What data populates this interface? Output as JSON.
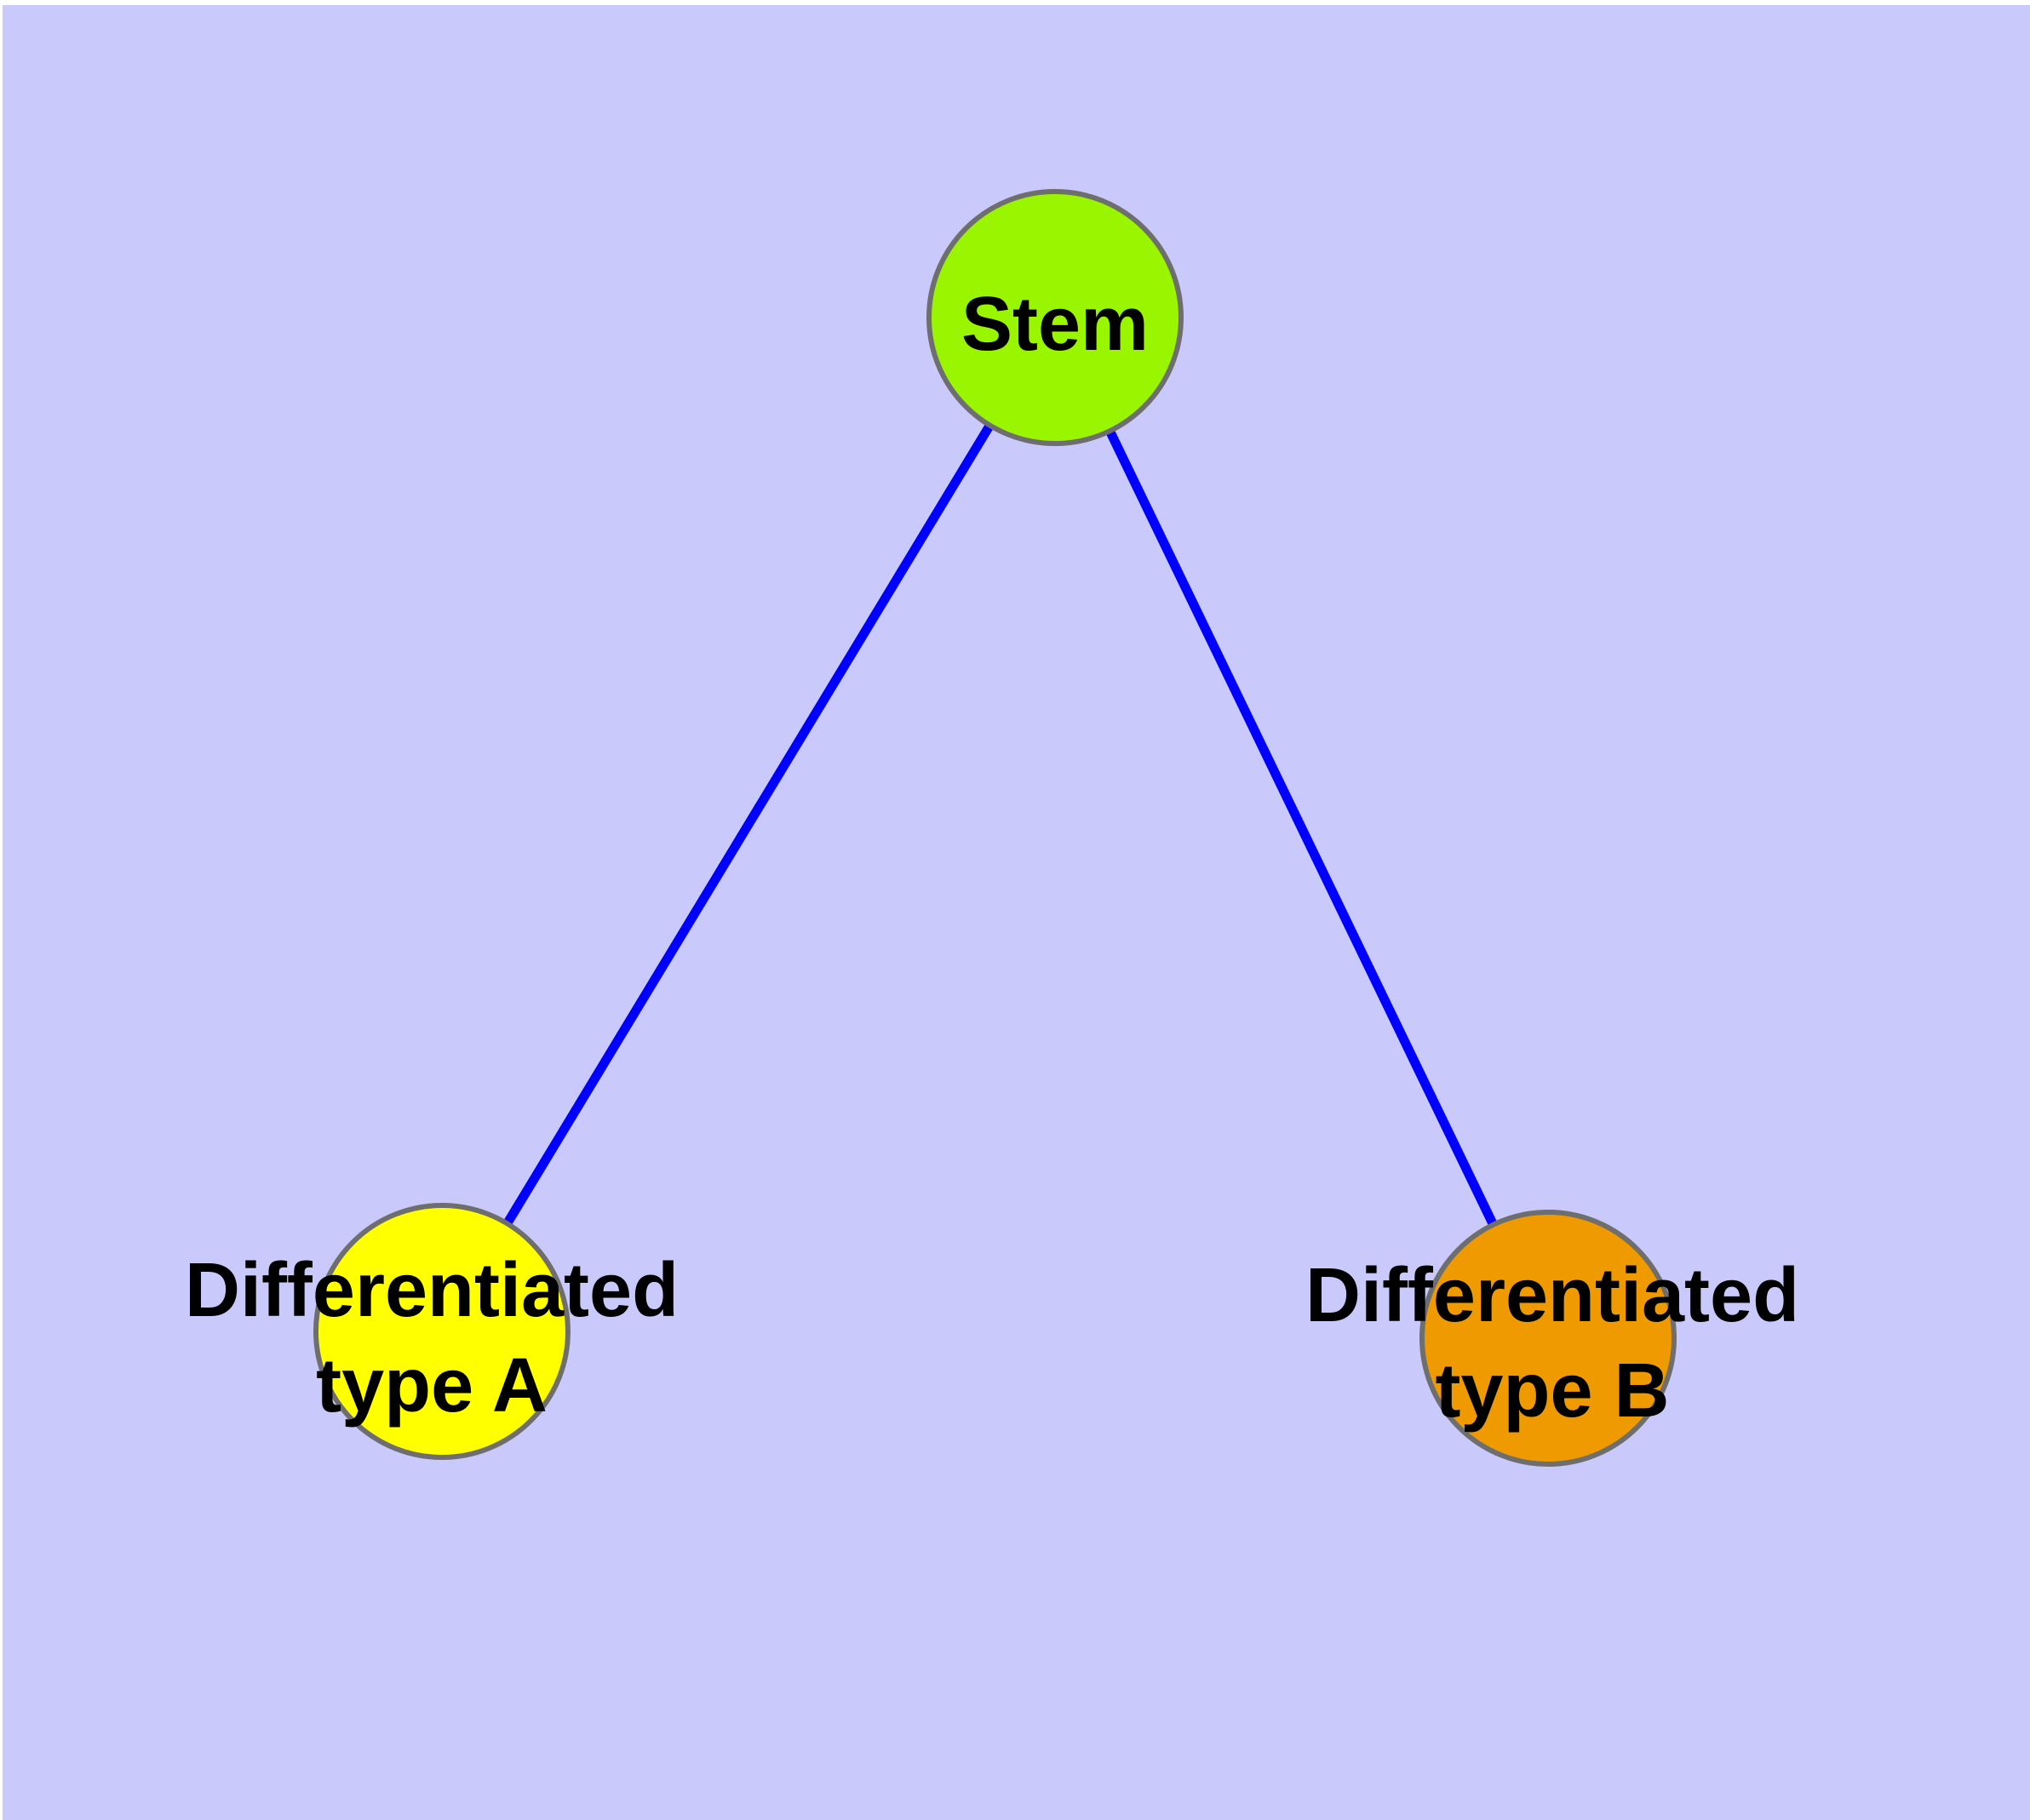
{
  "diagram": {
    "type": "graph",
    "background_color": "#C9C9FB",
    "margin_color": "#FFFFFF",
    "edge_color": "#0000FF",
    "node_border_color": "#6E6E6E",
    "text_color": "#000000",
    "nodes": [
      {
        "id": "stem",
        "label": "Stem",
        "fill_color": "#9AF500"
      },
      {
        "id": "differentiated-type-a",
        "label_line1": "Differentiated",
        "label_line2": "type A",
        "fill_color": "#FFFF00"
      },
      {
        "id": "differentiated-type-b",
        "label_line1": "Differentiated",
        "label_line2": "type B",
        "fill_color": "#EE9A00"
      }
    ],
    "edges": [
      {
        "from": "stem",
        "to": "differentiated-type-a"
      },
      {
        "from": "stem",
        "to": "differentiated-type-b"
      }
    ]
  }
}
